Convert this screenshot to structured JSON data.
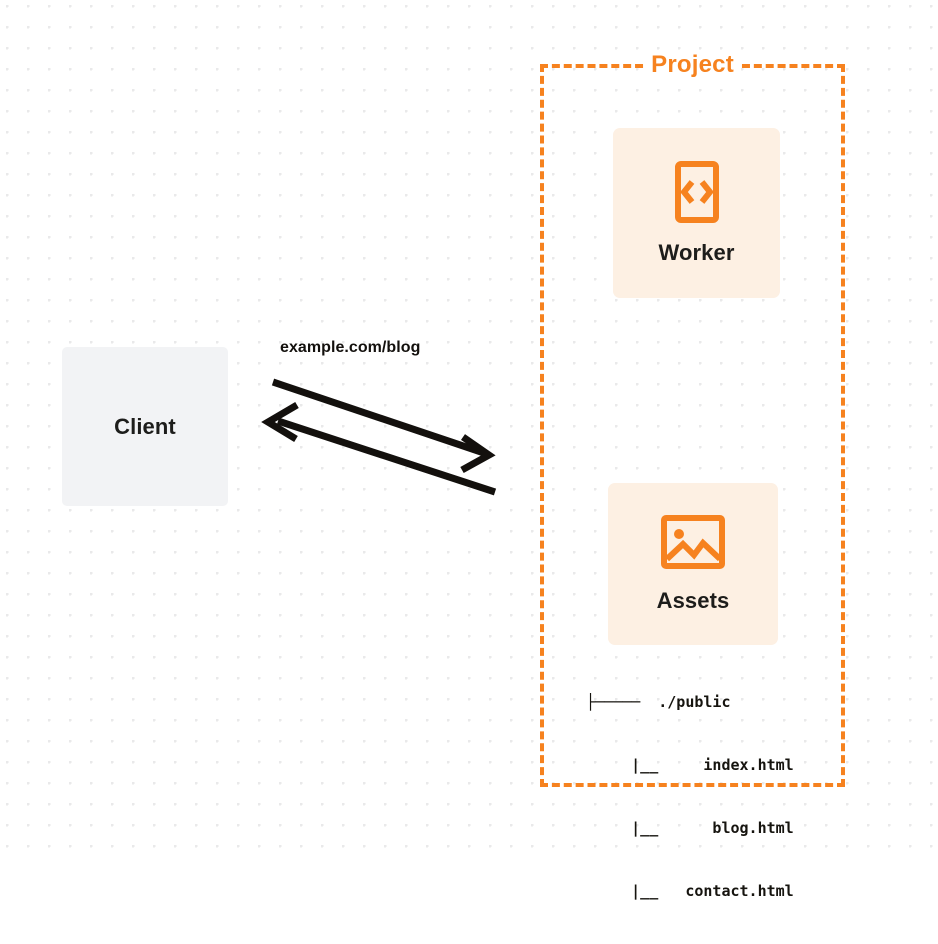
{
  "diagram": {
    "client": {
      "label": "Client",
      "box_color": "#f2f3f5"
    },
    "connection": {
      "url_label": "example.com/blog",
      "request_arrow_name": "request-arrow",
      "response_arrow_name": "response-arrow",
      "stroke_color": "#13100d"
    },
    "project": {
      "title": "Project",
      "border_color": "#f6821f",
      "nodes": [
        {
          "id": "worker",
          "label": "Worker",
          "icon": "code-brackets-icon",
          "card_color": "#fdf0e3",
          "icon_color": "#f6821f"
        },
        {
          "id": "assets",
          "label": "Assets",
          "icon": "image-picture-icon",
          "card_color": "#fdf0e3",
          "icon_color": "#f6821f"
        }
      ],
      "file_tree": [
        "├─────  ./public",
        "     |__     index.html",
        "     |__      blog.html",
        "     |__   contact.html"
      ]
    }
  }
}
